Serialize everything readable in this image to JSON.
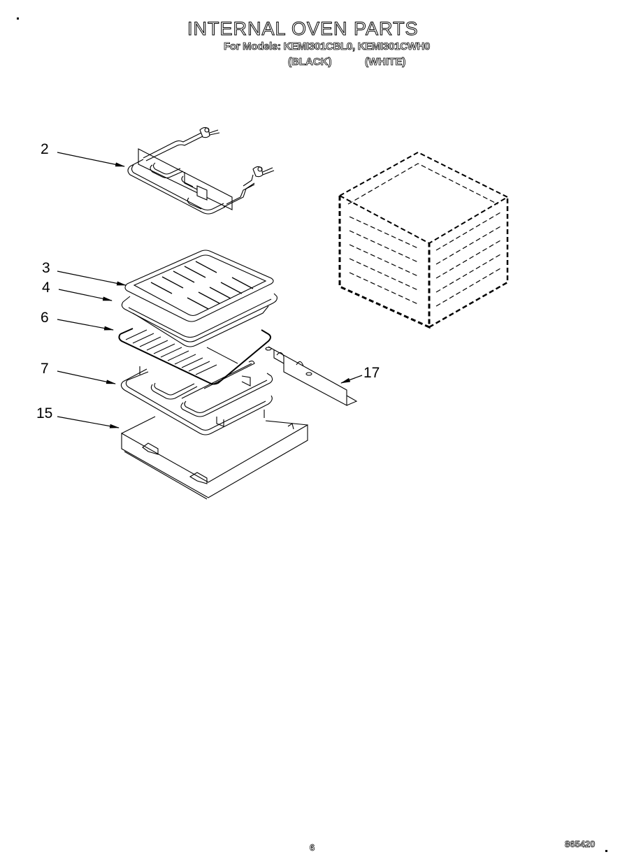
{
  "header": {
    "title": "INTERNAL OVEN PARTS",
    "models_line": "For Models: KEMI301CBL0, KEMI301CWH0",
    "color_black": "(BLACK)",
    "color_white": "(WHITE)"
  },
  "callouts": [
    {
      "number": "2",
      "part": "upper-heating-element"
    },
    {
      "number": "3",
      "part": "broiler-pan-grid"
    },
    {
      "number": "4",
      "part": "broiler-pan"
    },
    {
      "number": "6",
      "part": "oven-rack"
    },
    {
      "number": "7",
      "part": "lower-heating-element"
    },
    {
      "number": "15",
      "part": "bottom-tray"
    },
    {
      "number": "17",
      "part": "rack-support-bracket"
    }
  ],
  "footer": {
    "page_number": "6",
    "doc_code": "865420"
  }
}
